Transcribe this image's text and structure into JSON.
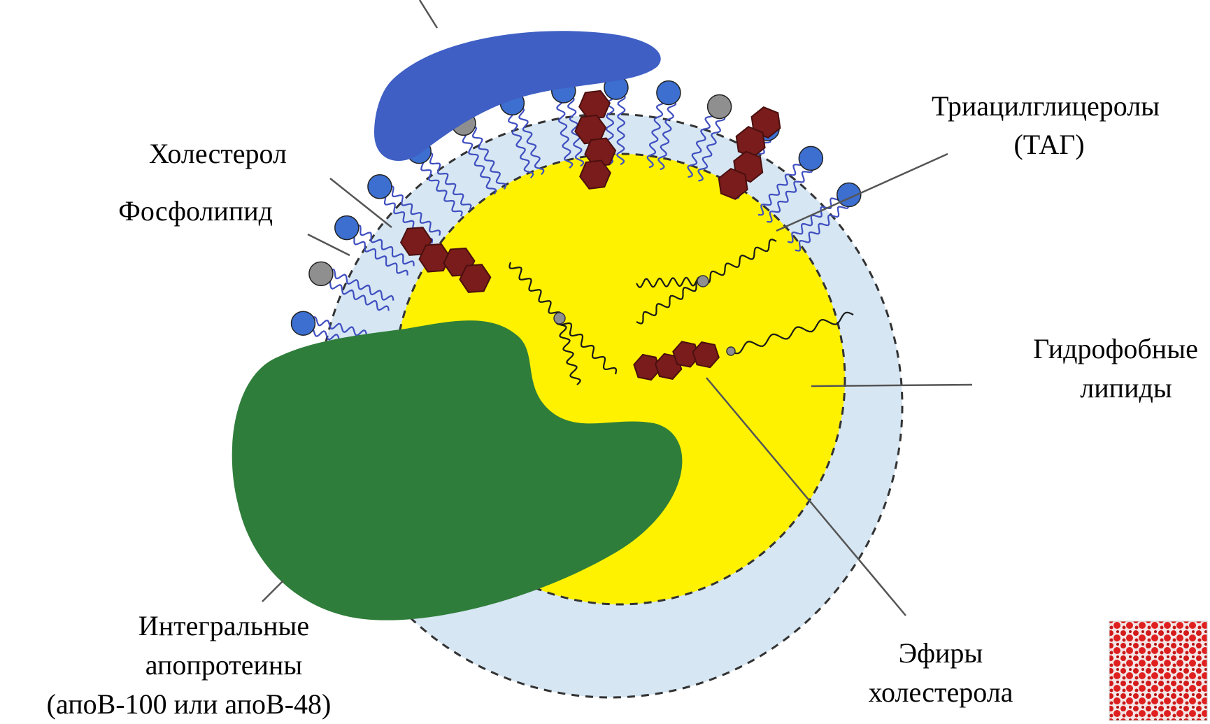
{
  "labels": {
    "cholesterol": "Холестерол",
    "phospholipid": "Фосфолипид",
    "tag_line1": "Триацилглицеролы",
    "tag_line2": "(ТАГ)",
    "hydrophobic_line1": "Гидрофобные",
    "hydrophobic_line2": "липиды",
    "esters_line1": "Эфиры",
    "esters_line2": "холестерола",
    "apo_line1": "Интегральные",
    "apo_line2": "апопротеины",
    "apo_line3": "(апоВ-100 или апоВ-48)"
  },
  "colors": {
    "shell": "#d6e6f3",
    "core": "#fff200",
    "integral_protein": "#2f7d3a",
    "peripheral_protein": "#3f5fc4",
    "sterol_ring": "#7a1c1c",
    "phospholipid_head": "#3c6fd0",
    "cholesterol_head": "#8f8f8f",
    "fatty_tail": "#3f4fc0",
    "core_tail": "#1a1a1a"
  },
  "icons": {
    "thumbnail": "red-tissue-micrograph-thumbnail"
  }
}
